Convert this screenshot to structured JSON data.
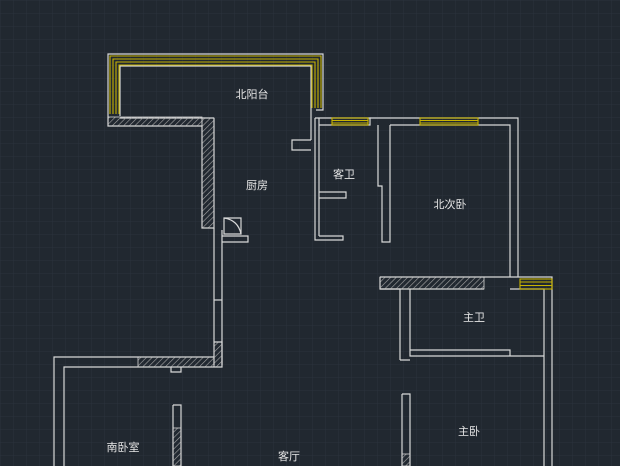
{
  "drawing": {
    "background_color": "#212830",
    "grid_color": "#2c3440",
    "wall_color": "#d8d8d8",
    "window_color": "#c8b400",
    "hatch_color": "#9a9a9a"
  },
  "rooms": {
    "north_balcony": "北阳台",
    "kitchen": "厨房",
    "guest_bath": "客卫",
    "north_bedroom": "北次卧",
    "master_bath": "主卫",
    "south_bedroom": "南卧室",
    "living_room": "客厅",
    "master_bedroom": "主卧"
  }
}
